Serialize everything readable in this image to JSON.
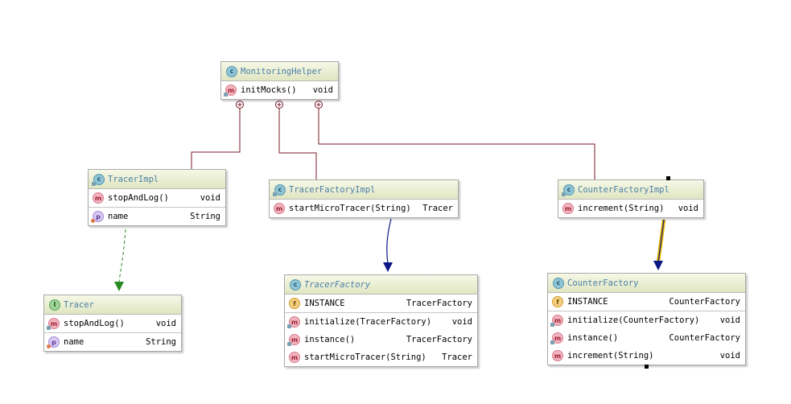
{
  "colors": {
    "composition": "#7a1a28",
    "realization": "#2a8a22",
    "generalization": "#0b1685",
    "selected": "#e8b400"
  },
  "classes": {
    "monitoringHelper": {
      "name": "MonitoringHelper",
      "icon": "class-icon",
      "members": [
        {
          "icon": "method-icon",
          "name": "initMocks()",
          "type": "void"
        }
      ]
    },
    "tracerImpl": {
      "name": "TracerImpl",
      "icon": "class-icon",
      "methods": [
        {
          "icon": "method-icon",
          "name": "stopAndLog()",
          "type": "void"
        }
      ],
      "props": [
        {
          "icon": "property-icon",
          "name": "name",
          "type": "String"
        }
      ]
    },
    "tracerFactoryImpl": {
      "name": "TracerFactoryImpl",
      "icon": "class-icon",
      "members": [
        {
          "icon": "method-icon",
          "name": "startMicroTracer(String)",
          "type": "Tracer"
        }
      ]
    },
    "counterFactoryImpl": {
      "name": "CounterFactoryImpl",
      "icon": "class-icon",
      "members": [
        {
          "icon": "method-icon",
          "name": "increment(String)",
          "type": "void"
        }
      ]
    },
    "tracer": {
      "name": "Tracer",
      "icon": "interface-icon",
      "methods": [
        {
          "icon": "method-icon",
          "name": "stopAndLog()",
          "type": "void"
        }
      ],
      "props": [
        {
          "icon": "property-icon",
          "name": "name",
          "type": "String"
        }
      ]
    },
    "tracerFactory": {
      "name": "TracerFactory",
      "icon": "abstract-class-icon",
      "fields": [
        {
          "icon": "field-icon",
          "name": "INSTANCE",
          "type": "TracerFactory"
        }
      ],
      "methods": [
        {
          "icon": "method-icon",
          "name": "initialize(TracerFactory)",
          "type": "void"
        },
        {
          "icon": "method-icon",
          "name": "instance()",
          "type": "TracerFactory"
        },
        {
          "icon": "method-icon",
          "name": "startMicroTracer(String)",
          "type": "Tracer"
        }
      ]
    },
    "counterFactory": {
      "name": "CounterFactory",
      "icon": "class-icon",
      "fields": [
        {
          "icon": "field-icon",
          "name": "INSTANCE",
          "type": "CounterFactory"
        }
      ],
      "methods": [
        {
          "icon": "method-icon",
          "name": "initialize(CounterFactory)",
          "type": "void"
        },
        {
          "icon": "method-icon",
          "name": "instance()",
          "type": "CounterFactory"
        },
        {
          "icon": "method-icon",
          "name": "increment(String)",
          "type": "void"
        }
      ]
    }
  }
}
